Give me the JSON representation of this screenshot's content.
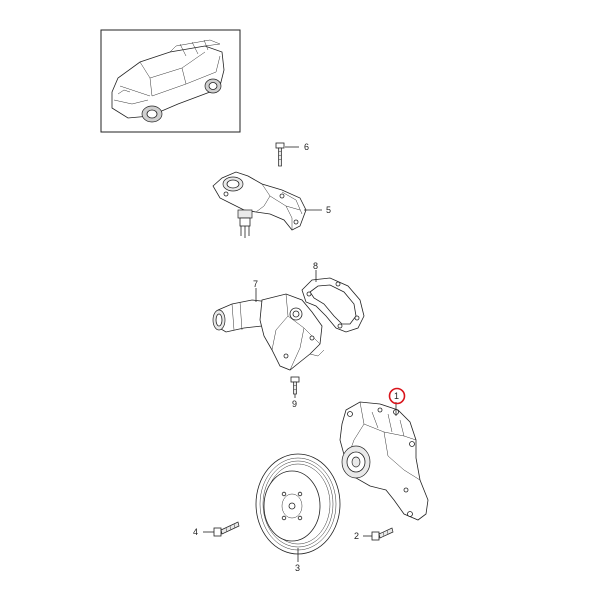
{
  "diagram": {
    "labels": [
      {
        "id": "label-6",
        "text": "6"
      },
      {
        "id": "label-5",
        "text": "5"
      },
      {
        "id": "label-8",
        "text": "8"
      },
      {
        "id": "label-7",
        "text": "7"
      },
      {
        "id": "label-9",
        "text": "9"
      },
      {
        "id": "label-1",
        "text": "1"
      },
      {
        "id": "label-4",
        "text": "4"
      },
      {
        "id": "label-2",
        "text": "2"
      },
      {
        "id": "label-3",
        "text": "3"
      }
    ],
    "highlight_color": "#d9141b",
    "line_color": "#222222"
  }
}
